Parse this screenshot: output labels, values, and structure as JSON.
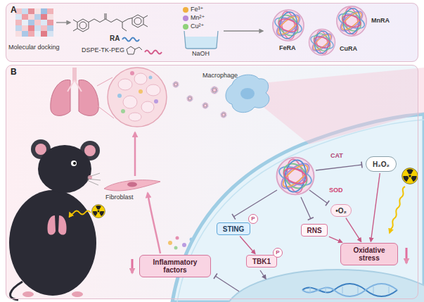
{
  "diagram": {
    "nodes": [
      {
        "text": [
          "A"
        ]
      },
      {
        "text": [
          "B"
        ]
      },
      {
        "text": [
          "STING"
        ],
        "in": 1
      },
      {
        "text": [
          "P"
        ],
        "in": 1
      },
      {
        "text": [
          "TBK1"
        ],
        "in": 1
      },
      {
        "text": [
          "P"
        ],
        "in": 1
      },
      {
        "text": [
          "RNS"
        ],
        "in": 1
      },
      {
        "text": [
          "H₂O₂"
        ],
        "in": 1
      },
      {
        "text": [
          "•O₂"
        ],
        "in": 1
      },
      {
        "text": [
          "Oxidative stress"
        ],
        "in": 1
      },
      {
        "text": [
          "Inflammatory factors"
        ],
        "in": 1
      }
    ],
    "edges": [
      {
        "from": 2,
        "to": 4,
        "arrow": "to"
      },
      {
        "from": 6,
        "to": 9,
        "arrow": "to"
      },
      {
        "from": 7,
        "to": 9,
        "arrow": "to"
      },
      {
        "from": 8,
        "to": 9,
        "arrow": "to"
      }
    ],
    "labels": [
      "Molecular docking",
      "RA",
      "DSPE-TK-PEG",
      "Fe³⁺",
      "Mn²⁺",
      "Cu²⁺",
      "NaOH",
      "FeRA",
      "MnRA",
      "CuRA",
      "Macrophage",
      "Fibroblast",
      "CAT",
      "SOD"
    ]
  }
}
